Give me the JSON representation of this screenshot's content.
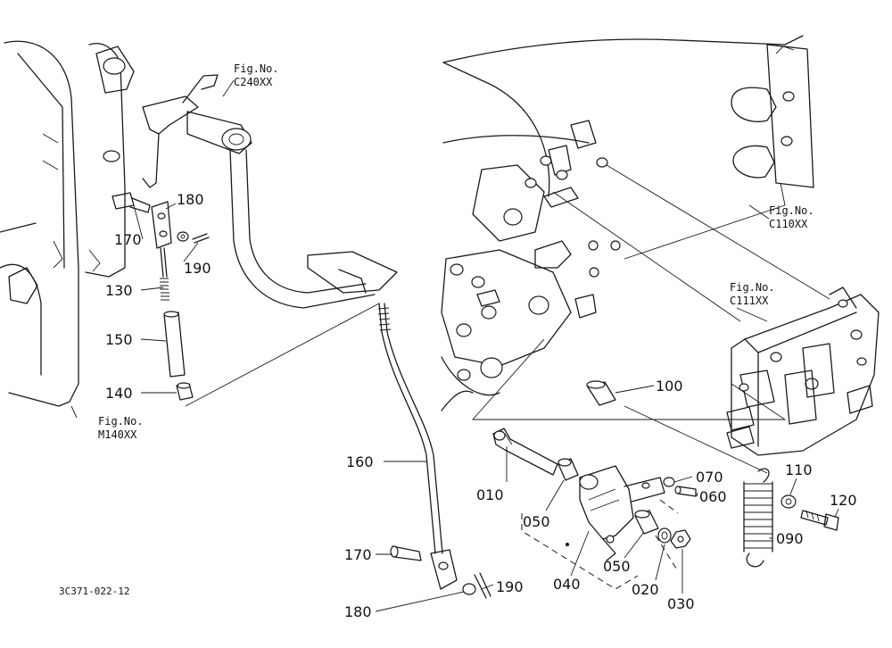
{
  "drawing_code": "3C371-022-12",
  "fig_refs": [
    {
      "label": "Fig.No.",
      "code": "C240XX"
    },
    {
      "label": "Fig.No.",
      "code": "C110XX"
    },
    {
      "label": "Fig.No.",
      "code": "C111XX"
    },
    {
      "label": "Fig.No.",
      "code": "M140XX"
    }
  ],
  "callouts": [
    "180",
    "170",
    "190",
    "130",
    "150",
    "140",
    "160",
    "170",
    "180",
    "190",
    "100",
    "010",
    "050",
    "040",
    "050",
    "020",
    "030",
    "070",
    "060",
    "110",
    "120",
    "090"
  ]
}
